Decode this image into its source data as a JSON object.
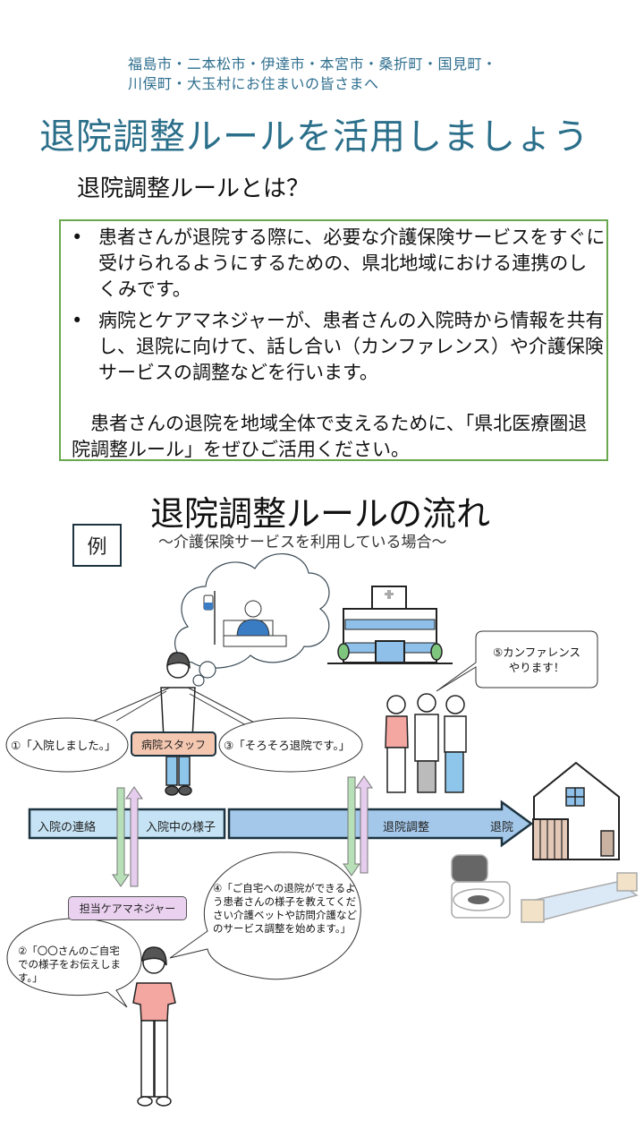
{
  "header": {
    "intro_line1": "福島市・二本松市・伊達市・本宮市・桑折町・国見町・",
    "intro_line2": "川俣町・大玉村にお住まいの皆さまへ",
    "main_title": "退院調整ルールを活用しましょう",
    "section_title": "退院調整ルールとは？"
  },
  "info_box": {
    "bullet_symbol": "•",
    "bullets": [
      "患者さんが退院する際に、必要な介護保険サービスをすぐに受けられるようにするための、県北地域における連携のしくみです。",
      "病院とケアマネジャーが、患者さんの入院時から情報を共有し、退院に向けて、話し合い（カンファレンス）や介護保険サービスの調整などを行います。"
    ],
    "closing": "患者さんの退院を地域全体で支えるために、「県北医療圏退院調整ルール」をぜひご活用ください。"
  },
  "flow": {
    "title": "退院調整ルールの流れ",
    "subtitle": "～介護保険サービスを利用している場合～",
    "example_label": "例",
    "hospital_staff_label": "病院スタッフ",
    "care_manager_label": "担当ケアマネジャー",
    "bubbles": {
      "b1": "①「入院しました。」",
      "b2": "②「〇〇さんのご自宅での様子をお伝えします。」",
      "b3": "③「そろそろ退院です。」",
      "b4": "④「ご自宅への退院ができるよう患者さんの様子を教えてください介護ベットや訪問介護などのサービス調整を始めます。」",
      "b5": "⑤カンファレンスやります！"
    },
    "timeline": {
      "stage1": "入院の連絡",
      "stage2": "入院中の様子",
      "stage3": "退院調整",
      "stage4": "退院"
    },
    "colors": {
      "title_blue": "#2b6f8a",
      "box_green": "#6aa84f",
      "staff_label_bg": "#f4c7b0",
      "cm_label_bg": "#ead1ef",
      "timeline_light": "#c5e3f4",
      "timeline_arrow": "#a4c8ea",
      "arrow_green": "#b8e0b8",
      "arrow_pink": "#e6cdee"
    }
  }
}
